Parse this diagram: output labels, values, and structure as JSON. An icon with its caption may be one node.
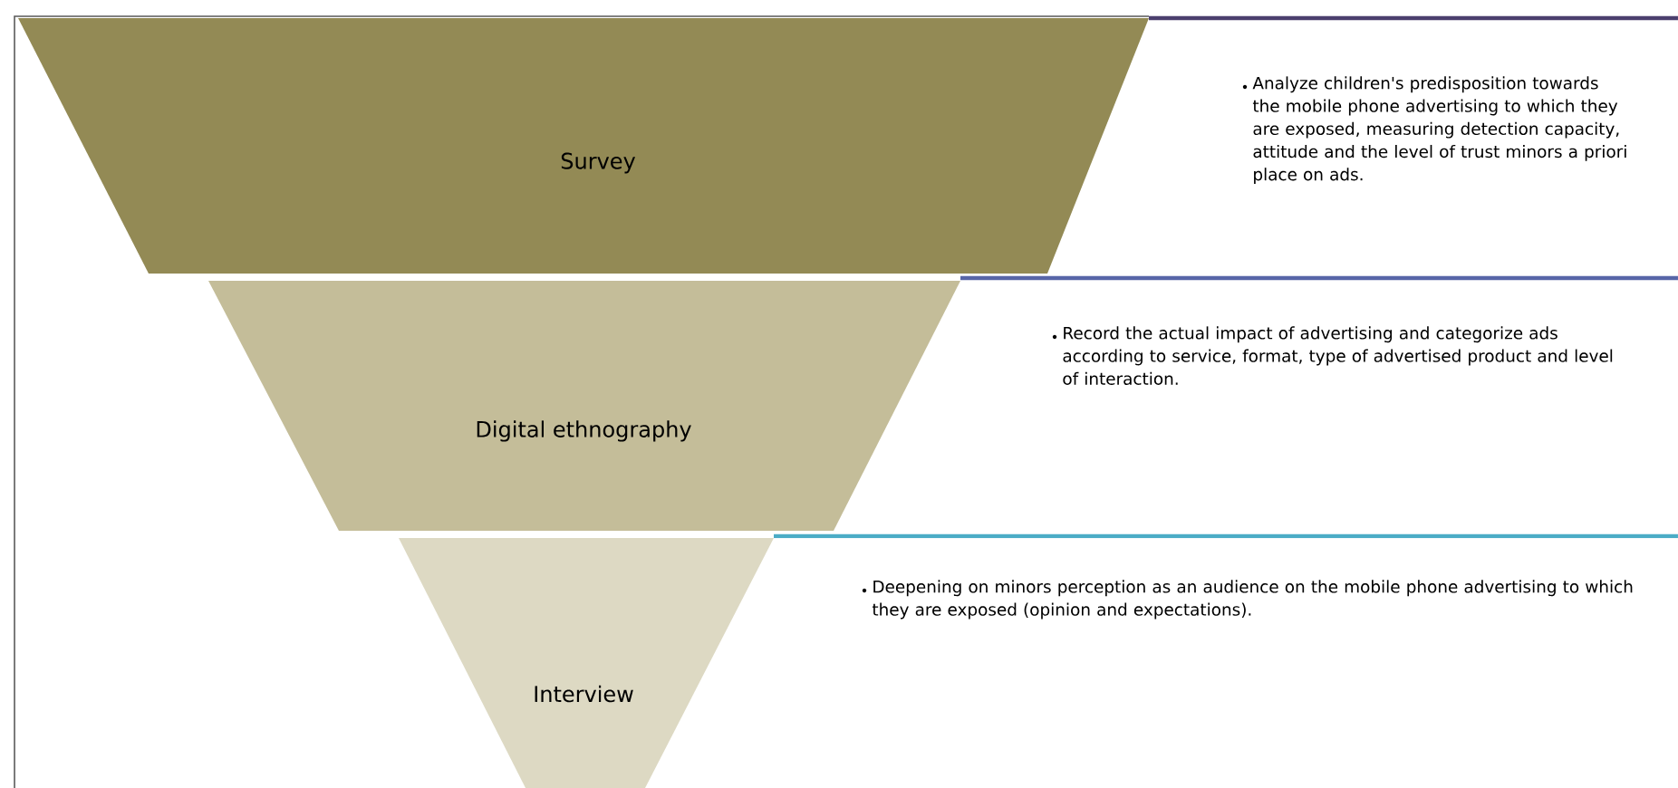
{
  "diagram": {
    "nodes": [
      {
        "text": [
          "Survey"
        ]
      },
      {
        "text": [
          "Digital ethnography"
        ]
      },
      {
        "text": [
          "Interview"
        ]
      }
    ],
    "labels": [
      "Analyze children's predisposition towards the mobile phone advertising to which they are exposed, measuring detection capacity, attitude and the level of trust minors a priori place on ads.",
      "Record the actual impact of advertising and categorize ads according to service, format, type of advertised product and level of interaction.",
      "Deepening on minors perception as an audience on the mobile phone advertising to which they are exposed (opinion and expectations)."
    ]
  }
}
